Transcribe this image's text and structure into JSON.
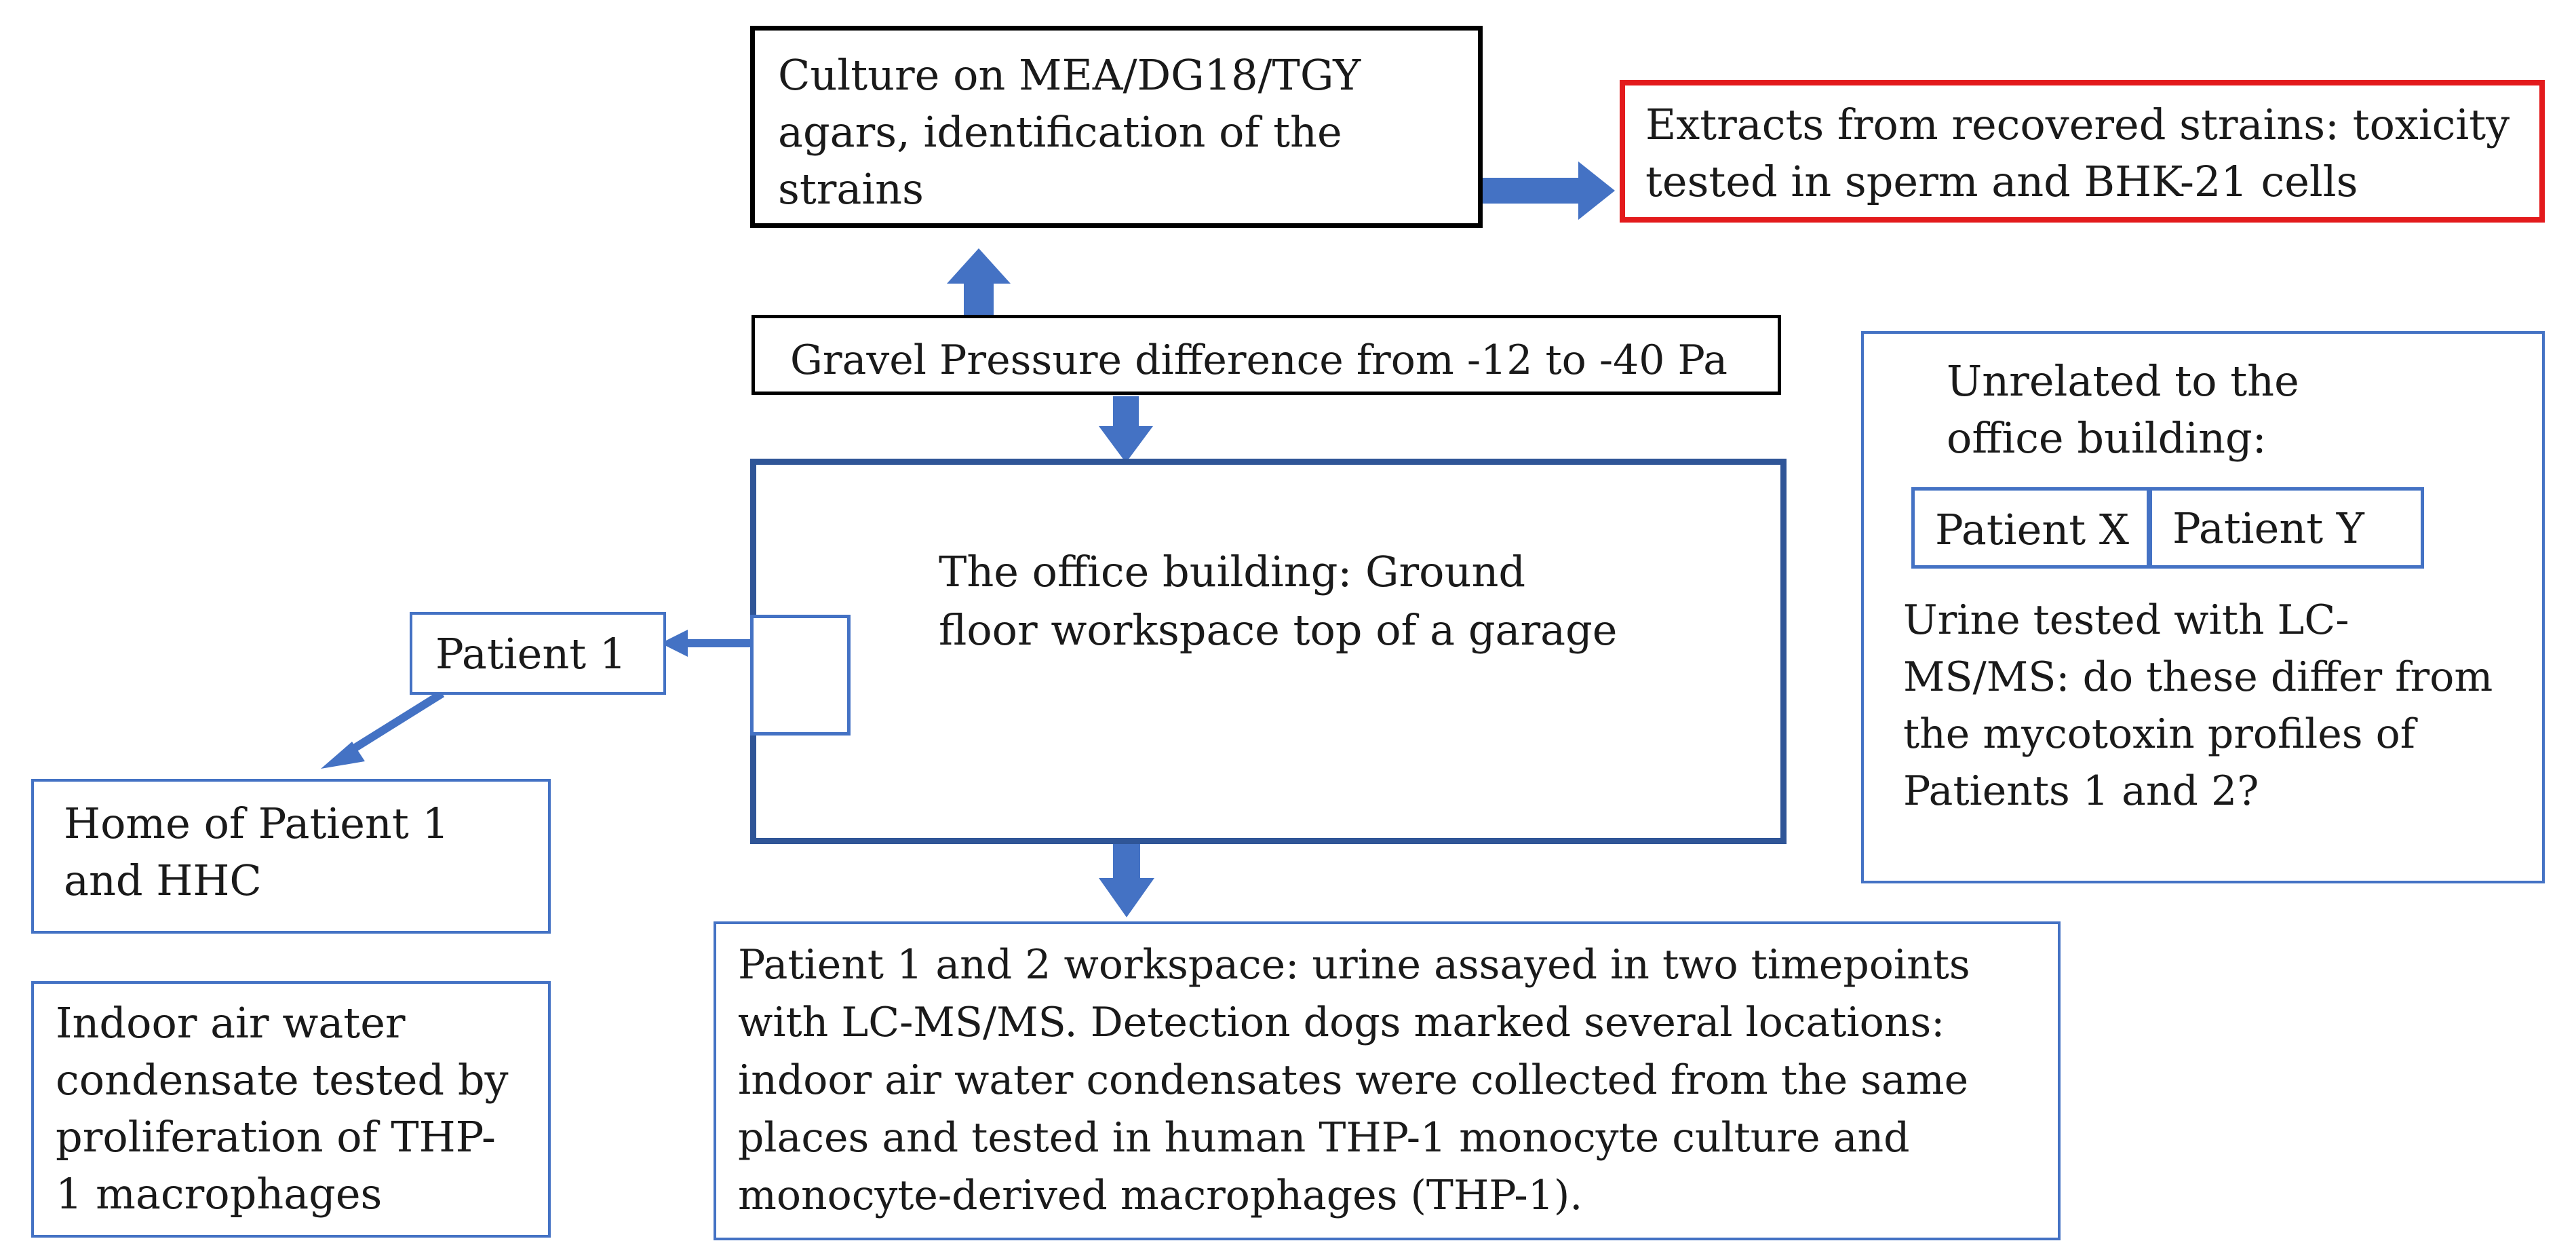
{
  "nodes": {
    "culture": {
      "lines": [
        "Culture on  MEA/DG18/TGY",
        "agars, identification of the",
        "strains"
      ]
    },
    "extracts": {
      "lines": [
        "Extracts from recovered strains: toxicity",
        "tested in sperm and BHK-21 cells"
      ]
    },
    "gravel": {
      "text": "Gravel Pressure difference from -12 to -40 Pa"
    },
    "office": {
      "lines": [
        "The office building:  Ground",
        "floor workspace top of a garage"
      ]
    },
    "patient1": {
      "text": "Patient 1"
    },
    "home": {
      "lines": [
        "Home of Patient 1",
        "and HHC"
      ]
    },
    "indoor": {
      "lines": [
        "Indoor air water",
        "condensate tested by",
        "proliferation of  THP-",
        "1 macrophages"
      ]
    },
    "workspace": {
      "lines": [
        "Patient 1 and 2 workspace: urine assayed in two timepoints",
        "with LC-MS/MS. Detection dogs marked several locations:",
        "indoor air water condensates were collected from the same",
        "places and tested in human THP-1 monocyte culture and",
        "monocyte-derived macrophages (THP-1)."
      ]
    },
    "unrelated": {
      "heading_lines": [
        "Unrelated to the",
        "office building:"
      ],
      "patient_x": "Patient X",
      "patient_y": "Patient Y",
      "question_lines": [
        "Urine  tested with LC-",
        "MS/MS: do these differ from",
        "the mycotoxin profiles of",
        "Patients 1 and 2?"
      ]
    }
  },
  "colors": {
    "arrow": "#4472c4",
    "box_border_blue": "#4472c4",
    "office_border": "#2f5597",
    "highlight_border": "#e31a1c",
    "box_border_black": "#000000"
  }
}
